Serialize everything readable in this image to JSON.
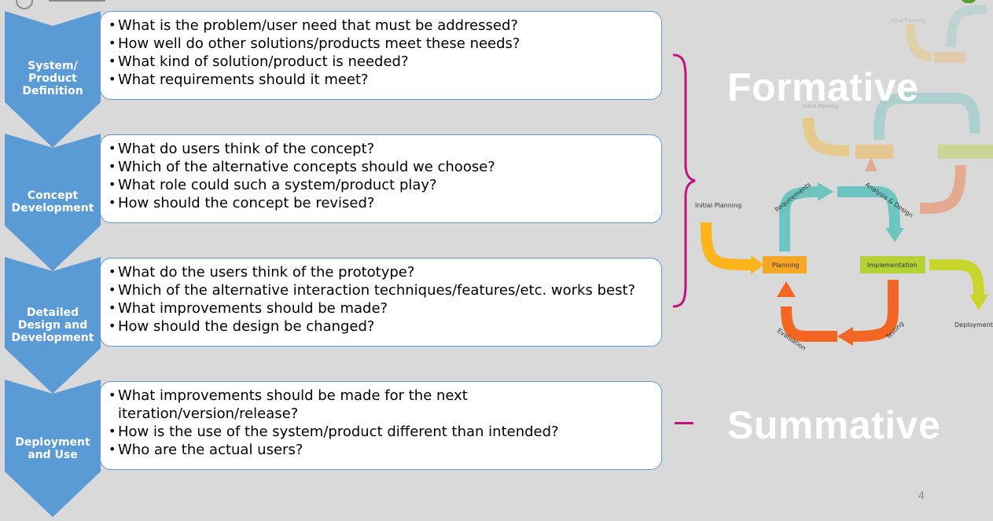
{
  "phases": [
    {
      "label": [
        "System/",
        "Product",
        "Definition"
      ],
      "questions": [
        "What is the problem/user need that must be addressed?",
        "How well do other solutions/products meet these needs?",
        "What kind of solution/product is needed?",
        "What requirements should it meet?"
      ]
    },
    {
      "label": [
        "Concept",
        "Development"
      ],
      "questions": [
        "What do users think of the concept?",
        "Which of the alternative concepts should we choose?",
        "What role could such a system/product play?",
        "How should the concept be revised?"
      ]
    },
    {
      "label": [
        "Detailed",
        "Design and",
        "Development"
      ],
      "questions": [
        "What do the users think of the prototype?",
        "Which of the alternative interaction techniques/features/etc. works best?",
        "What improvements should be made?",
        "How should the design be changed?"
      ]
    },
    {
      "label": [
        "Deployment",
        "and Use"
      ],
      "questions": [
        "What improvements should be made for the next iteration/version/release?",
        "How is the use of the system/product different than intended?",
        "Who are the actual users?"
      ]
    }
  ],
  "formative_label": "Formative",
  "summative_label": "Summative",
  "page_number": "4",
  "diagram": {
    "initial_planning": "Initial Planning",
    "planning": "Planning",
    "implementation": "Implementation",
    "requirements": "Requirements",
    "analysis_design": "Analysis & Design",
    "testing": "Testing",
    "evaluation": "Evaluation",
    "deployment": "Deployment"
  },
  "colors": {
    "chevron": "#5b9bd5",
    "brace": "#c0127f",
    "background": "#d9d9d9",
    "planning_box": "#f5a623",
    "implementation_box": "#b4d333",
    "teal_arrow": "#6cc5c0",
    "orange_arrow": "#f26522",
    "yellow_arrow": "#fbb41a",
    "lime_arrow": "#c8d62b"
  }
}
